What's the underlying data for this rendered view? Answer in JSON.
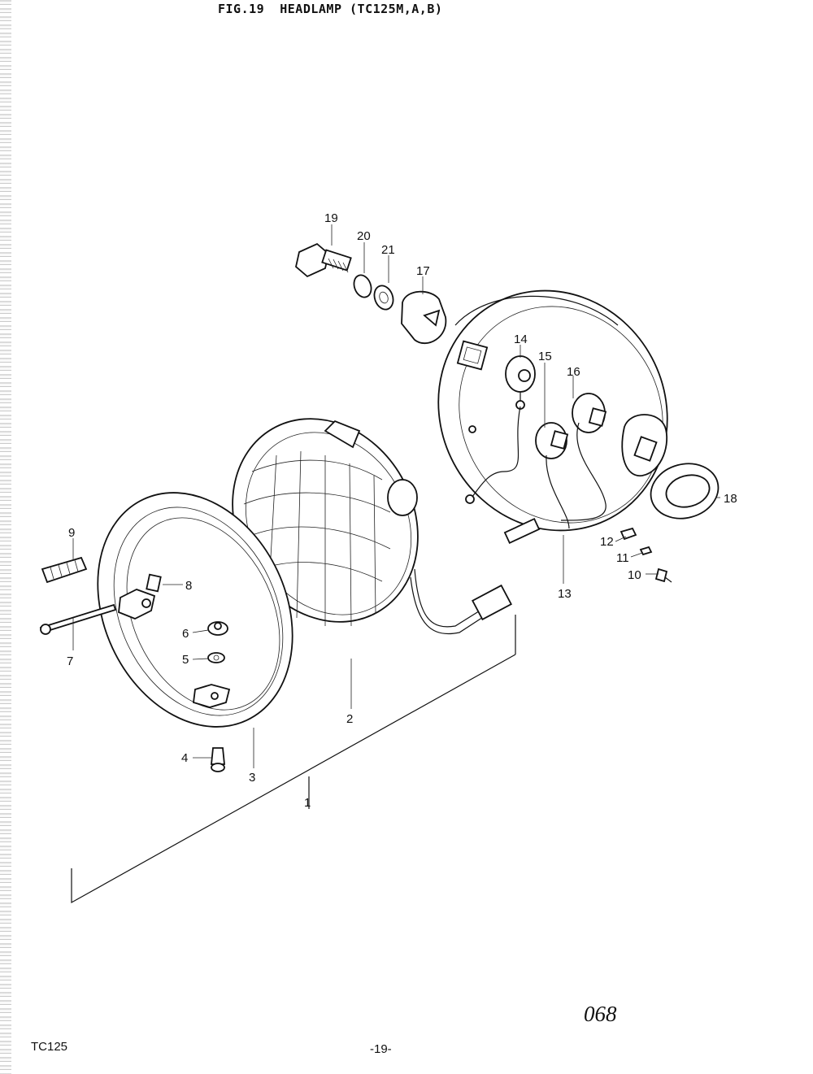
{
  "header": {
    "title": "FIG.19  HEADLAMP (TC125M,A,B)"
  },
  "footer": {
    "model": "TC125",
    "page_number": "-19-",
    "code": "068"
  },
  "callouts": {
    "c1": "1",
    "c2": "2",
    "c3": "3",
    "c4": "4",
    "c5": "5",
    "c6": "6",
    "c7": "7",
    "c8": "8",
    "c9": "9",
    "c10": "10",
    "c11": "11",
    "c12": "12",
    "c13": "13",
    "c14": "14",
    "c15": "15",
    "c16": "16",
    "c17": "17",
    "c18": "18",
    "c19": "19",
    "c20": "20",
    "c21": "21"
  }
}
